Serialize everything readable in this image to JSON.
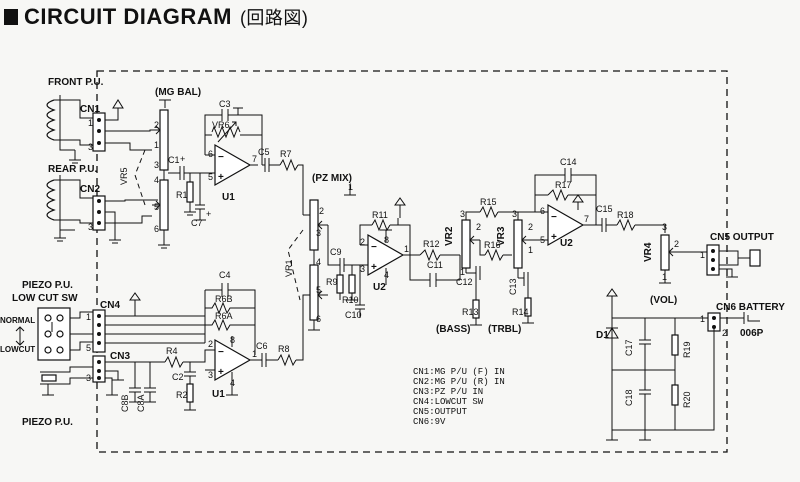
{
  "title": {
    "main": "CIRCUIT DIAGRAM",
    "sub": "(回路図)"
  },
  "pickups": {
    "front": "FRONT P.U.",
    "rear": "REAR P.U.",
    "piezo_top": "PIEZO P.U.",
    "piezo_bottom": "PIEZO P.U.",
    "low_cut": "LOW CUT SW",
    "normal": "NORMAL",
    "lowcut": "LOWCUT"
  },
  "connectors": {
    "cn1": "CN1",
    "cn2": "CN2",
    "cn3": "CN3",
    "cn4": "CN4",
    "cn5": "CN5 OUTPUT",
    "cn6": "CN6 BATTERY"
  },
  "groups": {
    "mg_bal": "(MG BAL)",
    "pz_mix": "(PZ MIX)",
    "bass": "(BASS)",
    "trbl": "(TRBL)",
    "vol": "(VOL)"
  },
  "components": {
    "vr5": "VR5",
    "vr6": "VR6",
    "vr1": "VR1",
    "vr2": "VR2",
    "vr3": "VR3",
    "vr4": "VR4",
    "c1": "C1",
    "c2": "C2",
    "c3": "C3",
    "c4": "C4",
    "c5": "C5",
    "c6": "C6",
    "c7": "C7",
    "c8a": "C8A",
    "c8b": "C8B",
    "c9": "C9",
    "c10": "C10",
    "c11": "C11",
    "c12": "C12",
    "c13": "C13",
    "c14": "C14",
    "c15": "C15",
    "c17": "C17",
    "c18": "C18",
    "r1": "R1",
    "r2": "R2",
    "r4": "R4",
    "r6a": "R6A",
    "r6b": "R6B",
    "r7": "R7",
    "r8": "R8",
    "r9": "R9",
    "r10": "R10",
    "r11": "R11",
    "r12": "R12",
    "r13": "R13",
    "r14": "R14",
    "r15": "R15",
    "r16": "R16",
    "r17": "R17",
    "r18": "R18",
    "r19": "R19",
    "r20": "R20",
    "u1": "U1",
    "u2": "U2",
    "d1": "D1",
    "battery": "006P"
  },
  "legend": [
    "CN1:MG P/U (F) IN",
    "CN2:MG P/U (R) IN",
    "CN3:PZ P/U IN",
    "CN4:LOWCUT SW",
    "CN5:OUTPUT",
    "CN6:9V"
  ]
}
